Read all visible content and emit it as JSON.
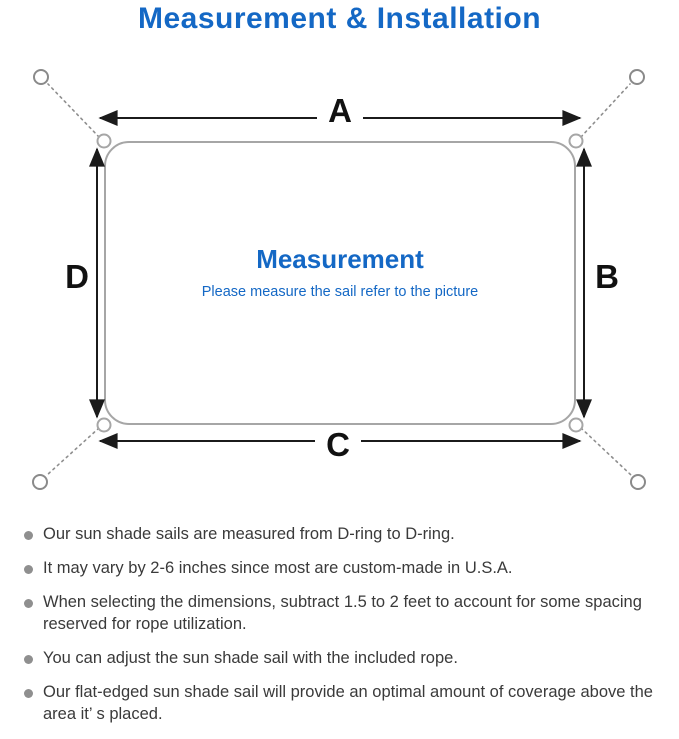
{
  "title": "Measurement & Installation",
  "diagram": {
    "side_labels": {
      "top": "A",
      "right": "B",
      "bottom": "C",
      "left": "D"
    },
    "center": {
      "heading": "Measurement",
      "subheading": "Please measure the sail refer to the picture"
    },
    "accent_color": "#1468c5",
    "line_color": "#1b1b1b",
    "outline_color": "#a6a6a6"
  },
  "bullets": [
    "Our sun shade sails are measured from D-ring to D-ring.",
    "It may vary by 2-6 inches since most are custom-made in U.S.A.",
    "When selecting the dimensions, subtract 1.5 to 2 feet to account for some spacing reserved for rope utilization.",
    "You can adjust the sun shade sail with the included rope.",
    "Our flat-edged sun shade sail will provide an optimal amount of coverage above the area it’ s placed."
  ]
}
